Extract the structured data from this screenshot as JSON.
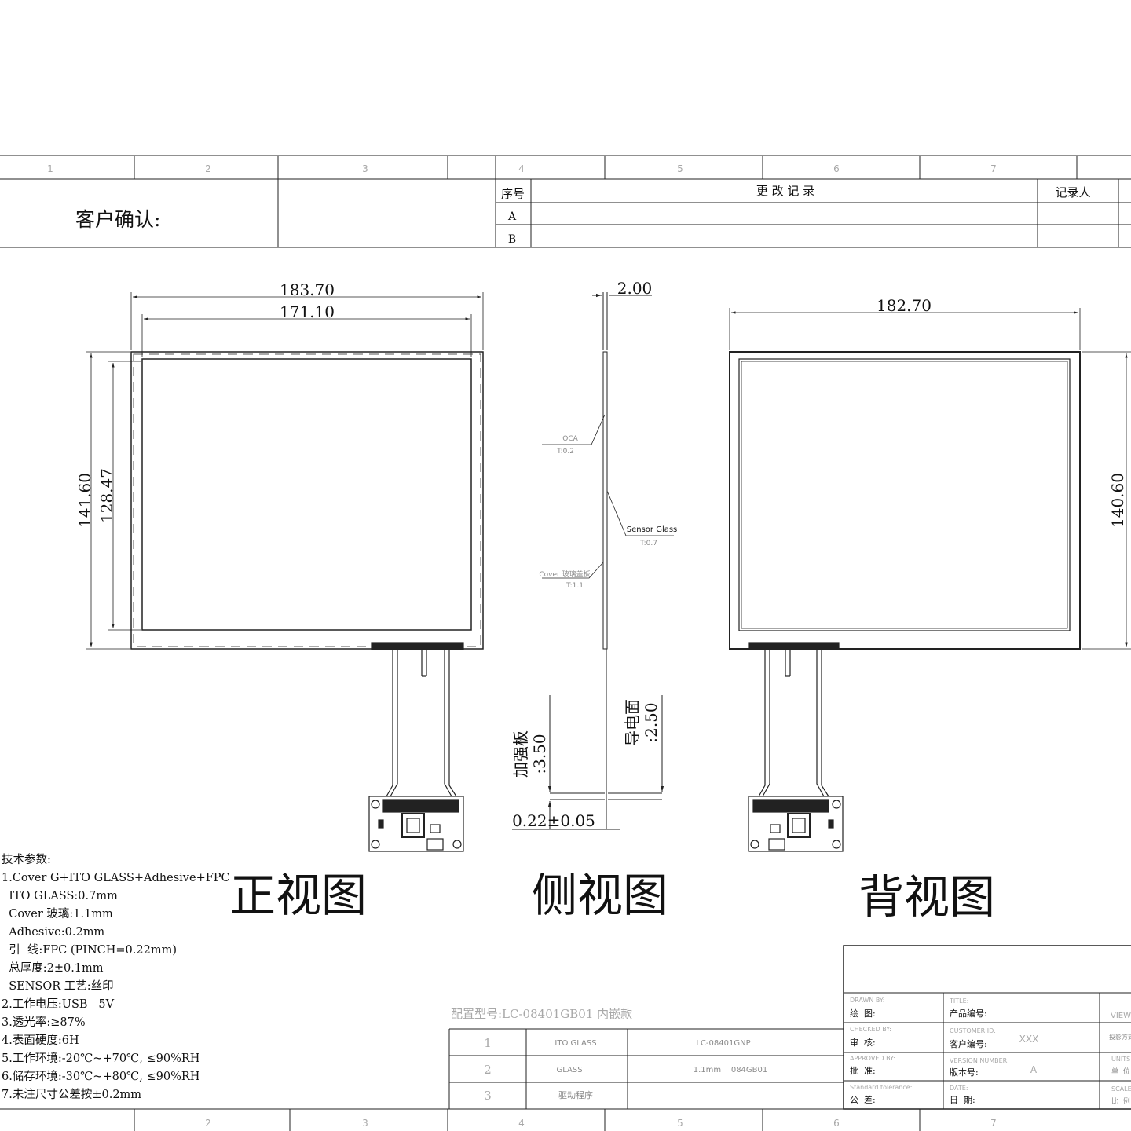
{
  "border": {
    "top_zones": [
      "1",
      "2",
      "3",
      "4",
      "5",
      "6",
      "7"
    ],
    "bottom_zones": [
      "2",
      "3",
      "4",
      "5",
      "6",
      "7"
    ]
  },
  "header": {
    "customer_confirm": "客户确认:",
    "seq_label": "序号",
    "change_record": "更 改 记 录",
    "recorder": "记录人",
    "rows": [
      "A",
      "B"
    ]
  },
  "front_view": {
    "title": "正视图",
    "outer_width": "183.70",
    "inner_width": "171.10",
    "outer_height": "141.60",
    "inner_height": "128.47"
  },
  "side_view": {
    "title": "侧视图",
    "thickness": "2.00",
    "oca_label": "OCA",
    "oca_t": "T:0.2",
    "sensor_label": "Sensor Glass",
    "sensor_t": "T:0.7",
    "cover_label": "Cover 玻璃盖板",
    "cover_t": "T:1.1",
    "stiffener_label": "加强板",
    "stiffener_value": ":3.50",
    "conductive_label": "导电面",
    "conductive_value": ":2.50",
    "fpc_thickness": "0.22±0.05"
  },
  "back_view": {
    "title": "背视图",
    "width": "182.70",
    "height": "140.60"
  },
  "tech_specs": {
    "heading": "技术参数:",
    "lines": [
      "1.Cover G+ITO GLASS+Adhesive+FPC",
      "  ITO GLASS:0.7mm",
      "  Cover 玻璃:1.1mm",
      "  Adhesive:0.2mm",
      "  引  线:FPC (PINCH=0.22mm)",
      "  总厚度:2±0.1mm",
      "  SENSOR 工艺:丝印",
      "2.工作电压:USB   5V",
      "3.透光率:≥87%",
      "4.表面硬度:6H",
      "5.工作环境:-20℃~+70℃, ≤90%RH",
      "6.储存环境:-30℃~+80℃, ≤90%RH",
      "7.未注尺寸公差按±0.2mm"
    ]
  },
  "bom": {
    "config_model": "配置型号:LC-08401GB01 内嵌款",
    "rows": [
      {
        "no": "1",
        "item": "ITO GLASS",
        "spec": "LC-08401GNP"
      },
      {
        "no": "2",
        "item": "GLASS",
        "spec": "1.1mm    084GB01"
      },
      {
        "no": "3",
        "item": "驱动程序",
        "spec": ""
      }
    ]
  },
  "title_block": {
    "drawn_en": "DRAWN BY:",
    "drawn_cn": "绘  图:",
    "checked_en": "CHECKED BY:",
    "checked_cn": "审  核:",
    "approved_en": "APPROVED BY:",
    "approved_cn": "批  准:",
    "tolerance_en": "Standard tolerance:",
    "tolerance_cn": "公  差:",
    "title_en": "TITLE:",
    "title_cn": "产品编号:",
    "customer_en": "CUSTOMER ID:",
    "customer_cn": "客户编号:",
    "customer_value": "XXX",
    "version_en": "VERSION NUMBER:",
    "version_cn": "版本号:",
    "version_value": "A",
    "date_en": "DATE:",
    "date_cn": "日  期:",
    "view_en": "VIEW:",
    "view_cn": "投影方式",
    "units_en": "UNITS",
    "units_cn": "单  位",
    "scale_en": "SCALE",
    "scale_cn": "比  例"
  }
}
